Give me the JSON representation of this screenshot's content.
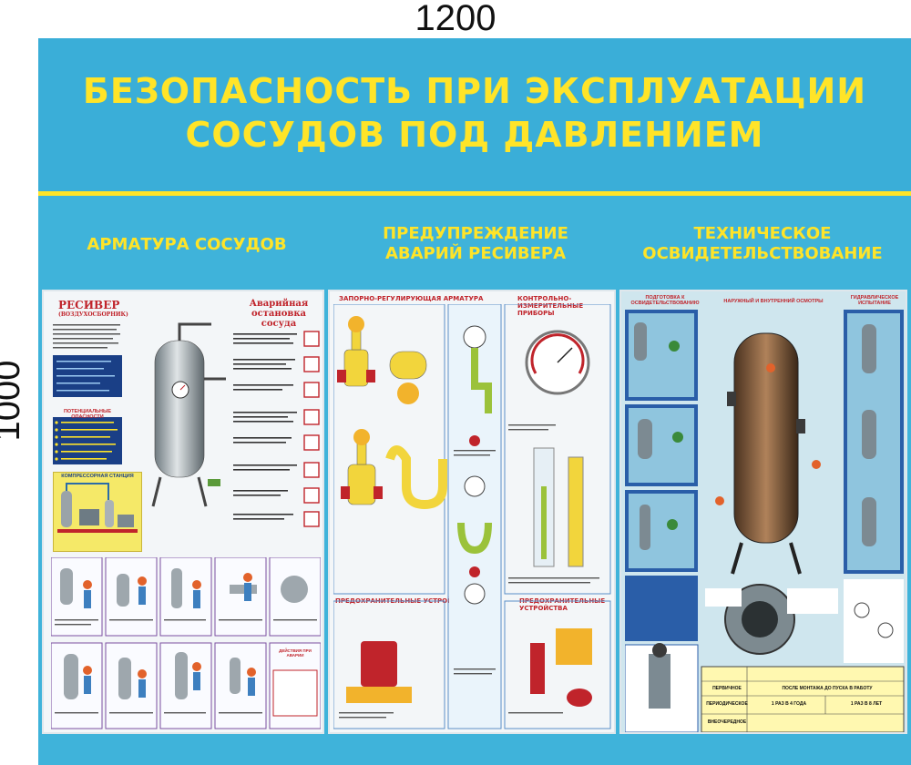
{
  "dimensions": {
    "width_label": "1200",
    "height_label": "1000"
  },
  "header": {
    "title_line1": "БЕЗОПАСНОСТЬ ПРИ ЭКСПЛУАТАЦИИ",
    "title_line2": "СОСУДОВ ПОД ДАВЛЕНИЕМ"
  },
  "sections": {
    "left": {
      "title": "АРМАТУРА СОСУДОВ"
    },
    "middle": {
      "title_line1": "ПРЕДУПРЕЖДЕНИЕ",
      "title_line2": "АВАРИЙ РЕСИВЕРА"
    },
    "right": {
      "title_line1": "ТЕХНИЧЕСКОЕ",
      "title_line2": "ОСВИДЕТЕЛЬСТВОВАНИЕ"
    }
  },
  "poster1": {
    "receiver_title": "РЕСИВЕР",
    "receiver_subtitle": "(ВОЗДУХОСБОРНИК)",
    "stop_title_line1": "Аварийная",
    "stop_title_line2": "остановка сосуда",
    "hazards_title": "ПОТЕНЦИАЛЬНЫЕ ОПАСНОСТИ",
    "compressor_title": "КОМПРЕССОРНАЯ СТАНЦИЯ",
    "accident_title": "ДЕЙСТВИЯ ПРИ АВАРИИ"
  },
  "poster2": {
    "valves_title": "ЗАПОРНО-РЕГУЛИРУЮЩАЯ АРМАТУРА",
    "gauge_title": "КОНТРОЛЬНО-ИЗМЕРИТЕЛЬНЫЕ ПРИБОРЫ",
    "safety_title": "ПРЕДОХРАНИТЕЛЬНЫЕ УСТРОЙСТВА",
    "safety_title2": "ПРЕДОХРАНИТЕЛЬНЫЕ УСТРОЙСТВА"
  },
  "poster3": {
    "prep_title": "ПОДГОТОВКА К ОСВИДЕТЕЛЬСТВОВАНИЮ",
    "inspect_title": "НАРУЖНЫЙ И ВНУТРЕННИЙ ОСМОТРЫ",
    "hydro_title": "ГИДРАВЛИЧЕСКОЕ ИСПЫТАНИЕ",
    "table_row1": "ПЕРВИЧНОЕ",
    "table_row2": "ПОСЛЕ МОНТАЖА ДО ПУСКА В РАБОТУ",
    "table_row3": "ПЕРИОДИЧЕСКОЕ",
    "table_cell1": "1 РАЗ В 4 ГОДА",
    "table_cell2": "1 РАЗ В 8 ЛЕТ",
    "table_row4": "ВНЕОЧЕРЕДНОЕ"
  },
  "colors": {
    "board": "#3fb3da",
    "title": "#ffe428",
    "accent_red": "#c0242b"
  }
}
